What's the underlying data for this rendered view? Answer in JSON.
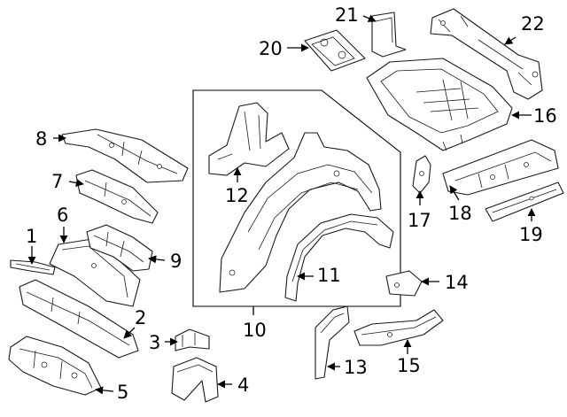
{
  "callouts": {
    "c1": "1",
    "c2": "2",
    "c3": "3",
    "c4": "4",
    "c5": "5",
    "c6": "6",
    "c7": "7",
    "c8": "8",
    "c9": "9",
    "c10": "10",
    "c11": "11",
    "c12": "12",
    "c13": "13",
    "c14": "14",
    "c15": "15",
    "c16": "16",
    "c17": "17",
    "c18": "18",
    "c19": "19",
    "c20": "20",
    "c21": "21",
    "c22": "22"
  },
  "colors": {
    "line": "#1a1a1a",
    "background": "#ffffff"
  }
}
